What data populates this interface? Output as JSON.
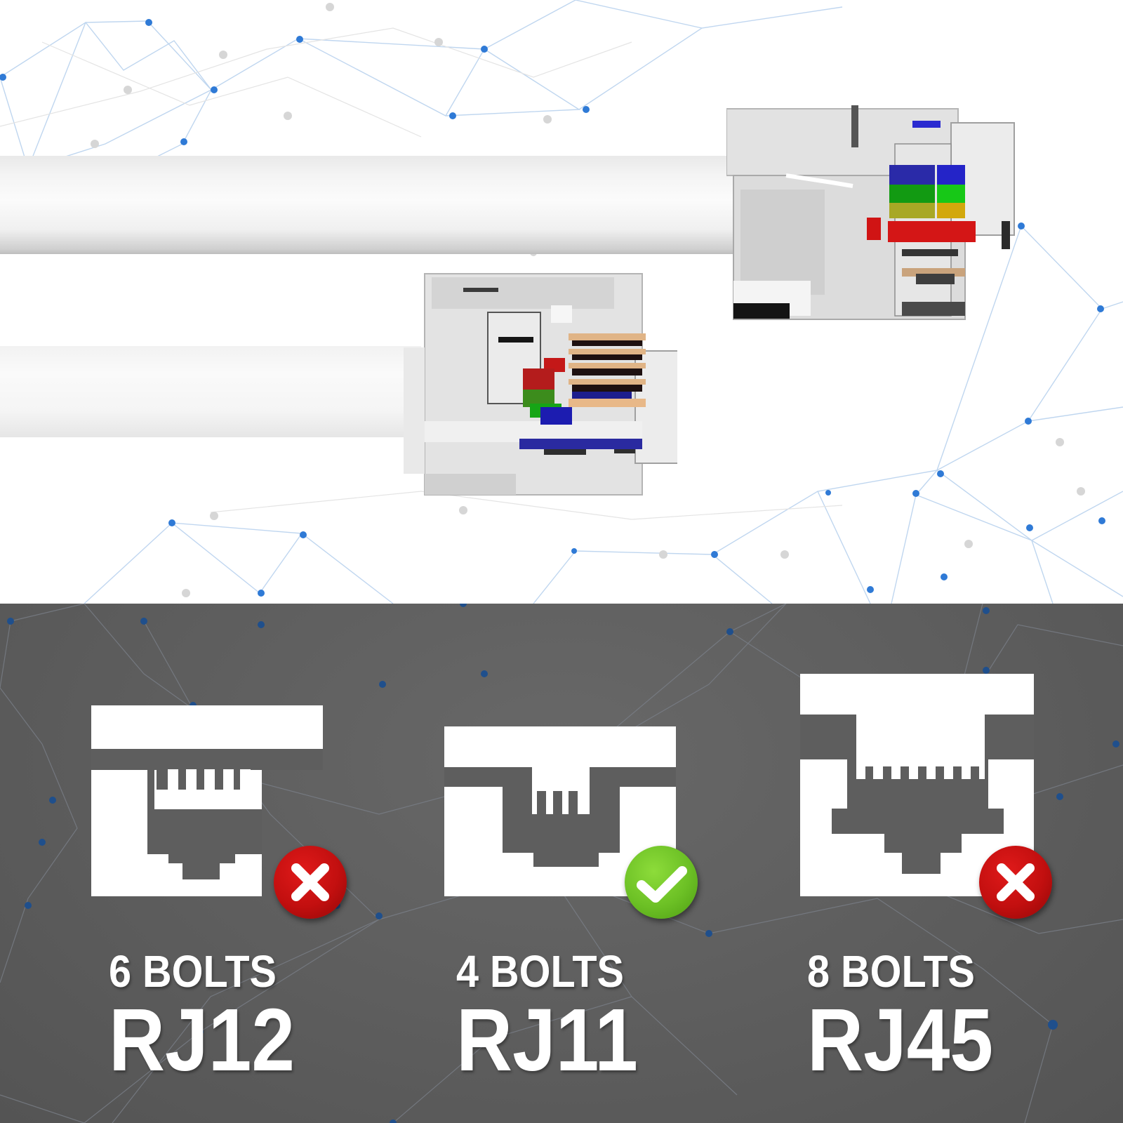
{
  "scene": {
    "description": "RJ11 telephone cable product infographic",
    "top_background": "network-mesh-light",
    "bottom_background": "network-mesh-dark"
  },
  "colors": {
    "bottom_panel": "#5f5f5f",
    "icon_fill": "#ffffff",
    "label_text": "#ffffff",
    "bad_badge": "#c8101a",
    "good_badge": "#6cc025",
    "network_node_blue": "#2f7ad6",
    "network_node_gray": "#cfcfcf"
  },
  "connectors": [
    {
      "id": "rj12",
      "bolts_label": "6 BOLTS",
      "model_label": "RJ12",
      "pin_count": 6,
      "status": "incompatible",
      "status_icon": "x-mark-icon"
    },
    {
      "id": "rj11",
      "bolts_label": "4 BOLTS",
      "model_label": "RJ11",
      "pin_count": 4,
      "status": "compatible",
      "status_icon": "check-mark-icon"
    },
    {
      "id": "rj45",
      "bolts_label": "8 BOLTS",
      "model_label": "RJ45",
      "pin_count": 8,
      "status": "incompatible",
      "status_icon": "x-mark-icon"
    }
  ]
}
